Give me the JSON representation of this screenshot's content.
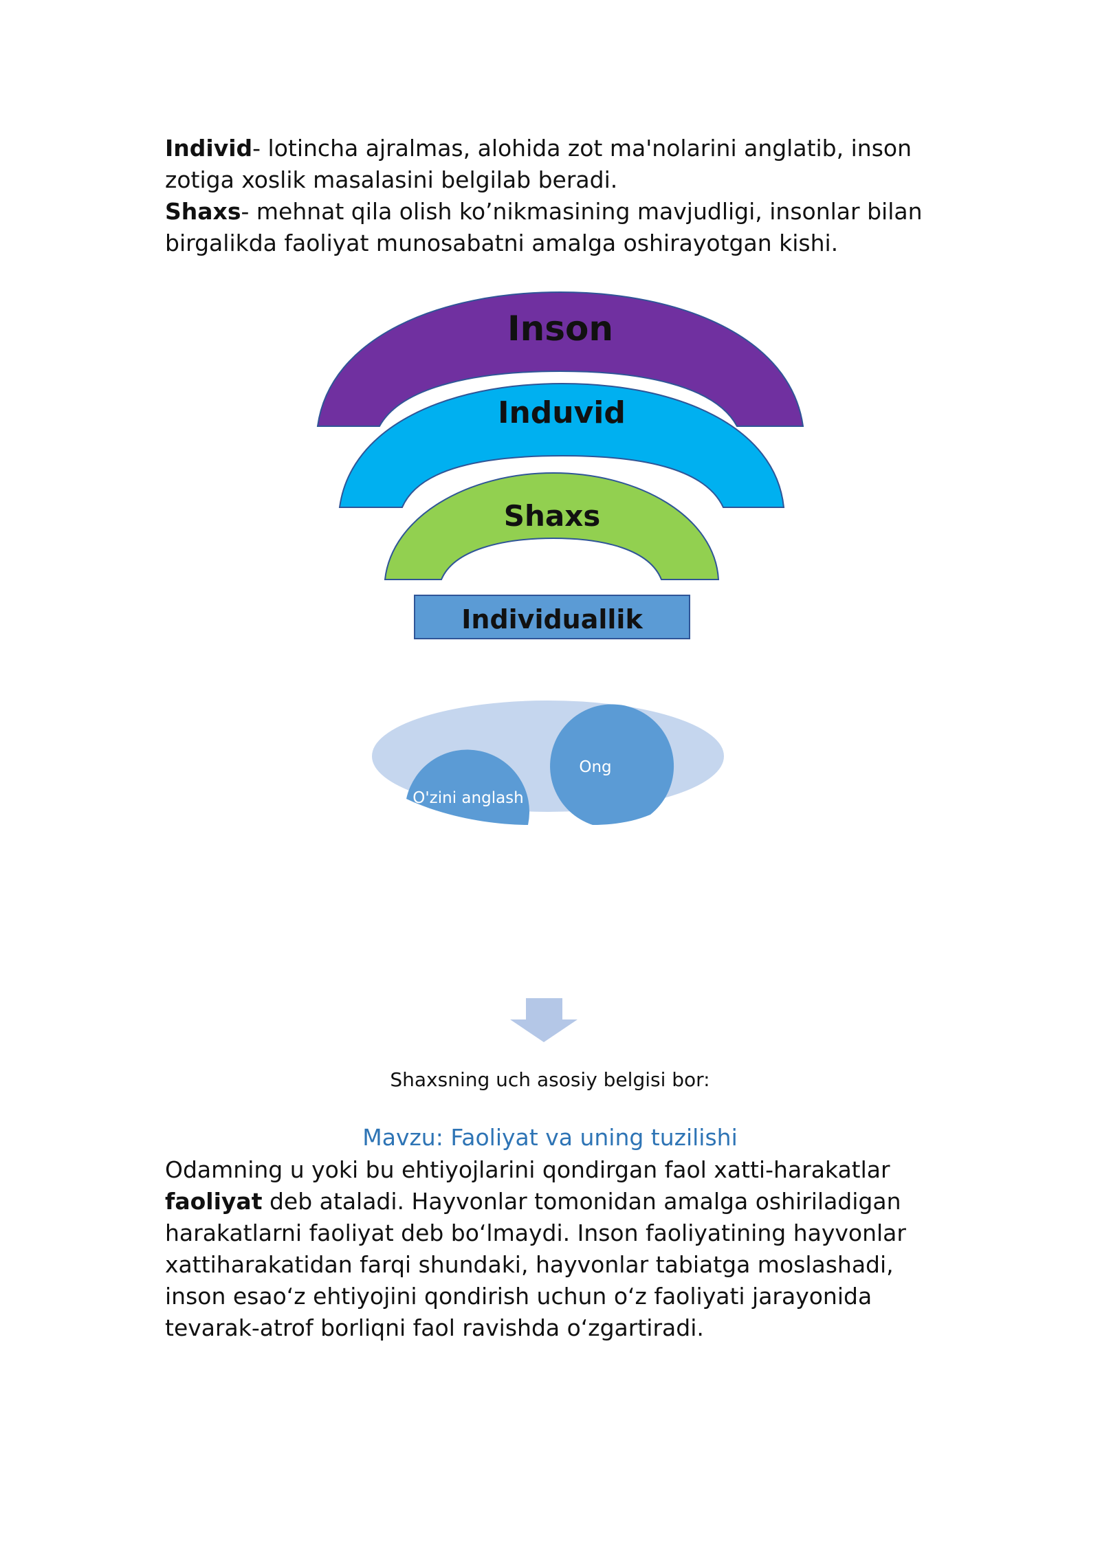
{
  "intro": {
    "term1": "Individ",
    "def1": "- lotincha ajralmas, alohida zot ma'nolarini anglatib, inson zotiga xoslik masalasini belgilab beradi.",
    "term2": "Shaxs",
    "def2": "- mehnat qila olish ko’nikmasining mavjudligi, insonlar bilan birgalikda faoliyat munosabatni amalga oshirayotgan kishi."
  },
  "hierarchy": {
    "layers": [
      "Inson",
      "Induvid",
      "Shaxs",
      "Individuallik"
    ],
    "colors": {
      "inson": "#7030a0",
      "induvid": "#00b0f0",
      "shaxs": "#92d050",
      "individuallik": "#5b9bd5"
    }
  },
  "venn": {
    "left_label": "O'zini anglash",
    "right_label": "Ong",
    "colors": {
      "outer": "#c5d6ee",
      "circles": "#5b9bd5"
    }
  },
  "arrow": {
    "icon": "down-arrow-icon",
    "color": "#b4c7e7"
  },
  "signs_caption": "Shaxsning uch asosiy belgisi bor:",
  "topic": {
    "heading": "Mavzu: Faoliyat va uning tuzilishi",
    "intro": "Odamning u yoki bu ehtiyojlarini qondirgan faol xatti-harakatlar ",
    "term": "faoliyat",
    "body": " deb ataladi. Hayvonlar tomonidan amalga oshiriladigan harakatlarni faoliyat deb boʻlmaydi. Inson faoliyatining hayvonlar xattiharakatidan farqi shundaki, hayvonlar tabiatga moslashadi, inson esaoʻz ehtiyojini qondirish uchun oʻz faoliyati jarayonida tevarak-atrof borliqni faol ravishda oʻzgartiradi."
  }
}
